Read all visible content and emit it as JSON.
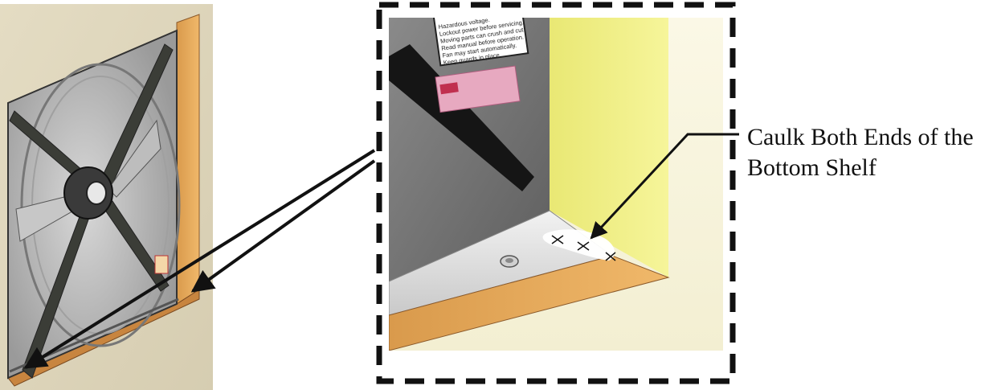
{
  "callout": {
    "line1": "Caulk Both Ends of the",
    "line2": "Bottom Shelf"
  },
  "warning_label": {
    "lines": [
      "Hazardous voltage.",
      "Lockout power before servicing.",
      "Moving parts can crush and cut.",
      "Read manual before operation.",
      "Fan may start automatically.",
      "Keep guards in place."
    ]
  },
  "colors": {
    "wall": "#ddd5bb",
    "wood": "#e7aa5c",
    "yellow_wall": "#f3f28a",
    "housing": "#6f6f6f",
    "blade": "#3b3d37",
    "dash_border": "#111111",
    "sticker_pink": "#e7a9c0"
  },
  "icons": [
    "fan-unit-illustration",
    "zoom-arrow",
    "caulk-mark-icon",
    "bolt-icon"
  ]
}
